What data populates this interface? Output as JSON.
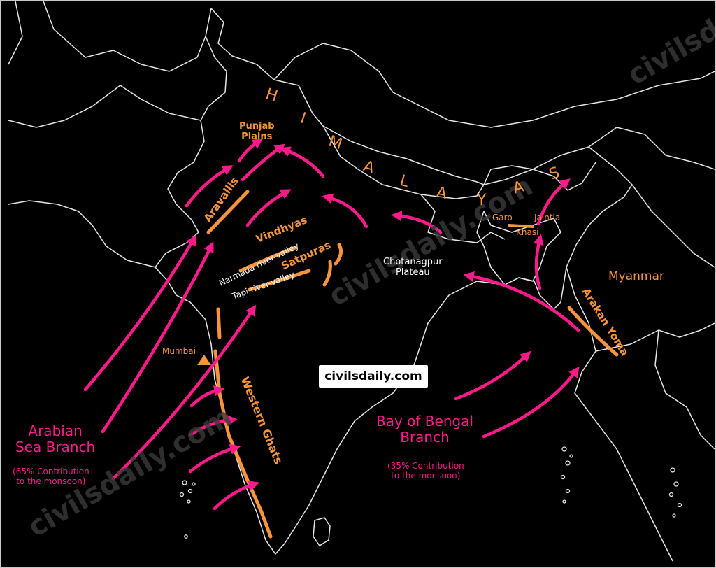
{
  "watermarks": {
    "top_right": "civilsd",
    "center": "civilsdaily.com",
    "left": "civilsdaily.com"
  },
  "brand_box": "civilsdaily.com",
  "mountains": {
    "himalayas_letters": [
      "H",
      "I",
      "M",
      "A",
      "L",
      "A",
      "Y",
      "A",
      "S"
    ],
    "aravallis": "Aravallis",
    "vindhyas": "Vindhyas",
    "satpuras": "Satpuras",
    "western_ghats": "Western Ghats",
    "arakan_yoma": "Arakan Yoma",
    "garo": "Garo",
    "khasi": "Khasi",
    "jaintia": "Jaintia"
  },
  "places": {
    "punjab_plains": "Punjab\nPlains",
    "mumbai": "Mumbai",
    "chotanagpur": "Chotanagpur\nPlateau",
    "myanmar": "Myanmar",
    "narmada": "Narmada river-valley",
    "tapi": "Tapi river-valley"
  },
  "branches": {
    "arabian": {
      "name": "Arabian\nSea Branch",
      "contribution": "(65% Contribution\nto the monsoon)"
    },
    "bengal": {
      "name": "Bay of Bengal\nBranch",
      "contribution": "(35% Contribution\nto the monsoon)"
    }
  },
  "colors": {
    "arrow": "#ff1a8c",
    "mountain": "#f7943c",
    "border": "#e6e6e6",
    "background": "#000000"
  }
}
